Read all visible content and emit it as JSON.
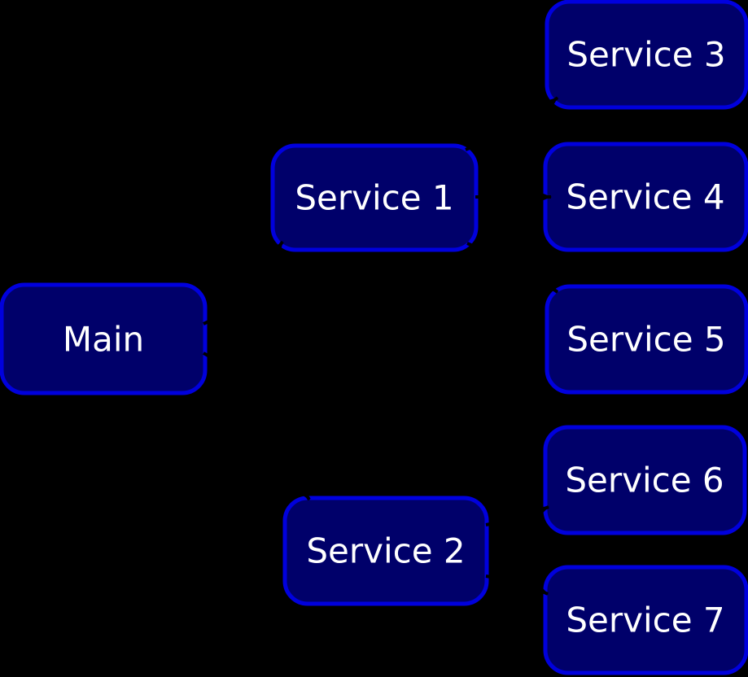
{
  "diagram": {
    "type": "flowchart",
    "orientation": "left-to-right",
    "background_color": "#000000",
    "node_fill_color": "#00006a",
    "node_border_color": "#0000dd",
    "label_color": "#ffffff",
    "edge_color": "#000000",
    "nodes": [
      {
        "id": "main",
        "label": "Main"
      },
      {
        "id": "service1",
        "label": "Service 1"
      },
      {
        "id": "service2",
        "label": "Service 2"
      },
      {
        "id": "service3",
        "label": "Service 3"
      },
      {
        "id": "service4",
        "label": "Service 4"
      },
      {
        "id": "service5",
        "label": "Service 5"
      },
      {
        "id": "service6",
        "label": "Service 6"
      },
      {
        "id": "service7",
        "label": "Service 7"
      }
    ],
    "edges": [
      {
        "from": "main",
        "to": "service1"
      },
      {
        "from": "main",
        "to": "service2"
      },
      {
        "from": "service1",
        "to": "service3"
      },
      {
        "from": "service1",
        "to": "service4"
      },
      {
        "from": "service1",
        "to": "service5"
      },
      {
        "from": "service2",
        "to": "service6"
      },
      {
        "from": "service2",
        "to": "service7"
      }
    ]
  }
}
